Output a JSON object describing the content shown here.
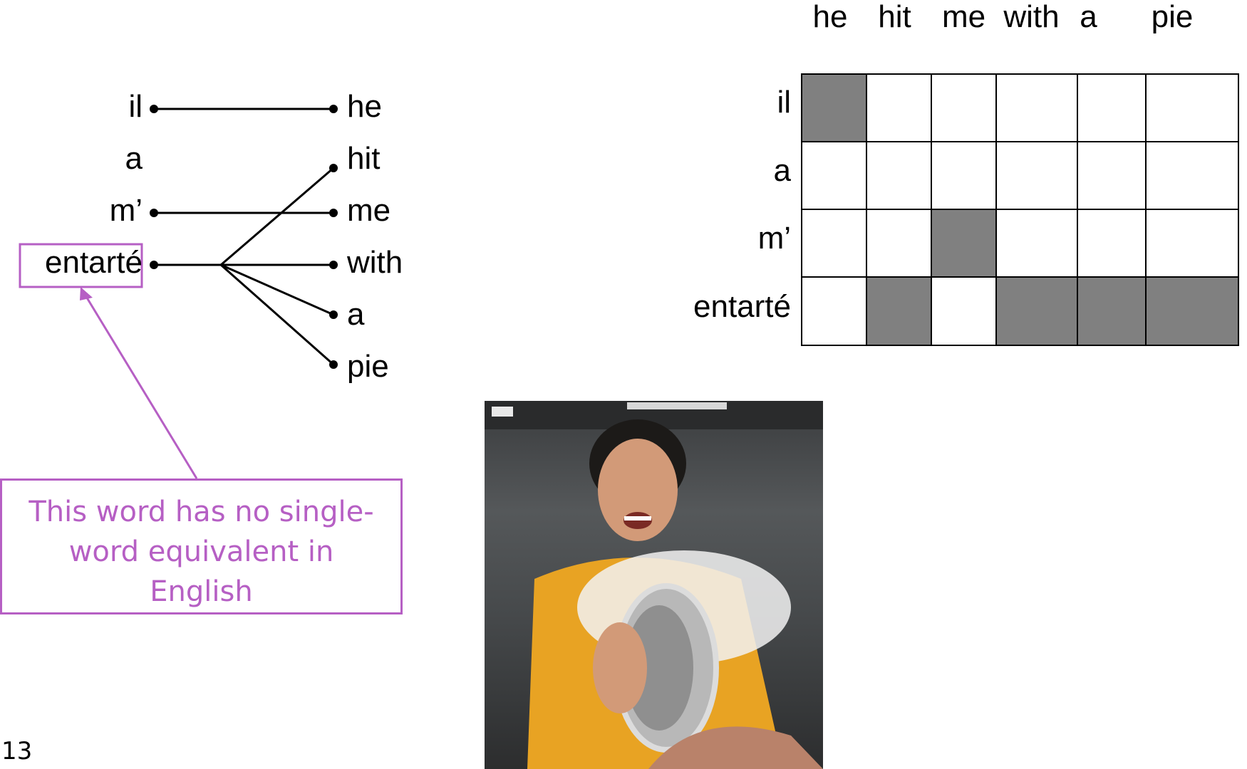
{
  "alignment_diagram": {
    "source_words": [
      "il",
      "a",
      "m’",
      "entarté"
    ],
    "target_words": [
      "he",
      "hit",
      "me",
      "with",
      "a",
      "pie"
    ],
    "links": [
      [
        0,
        0
      ],
      [
        2,
        2
      ],
      [
        3,
        1
      ],
      [
        3,
        3
      ],
      [
        3,
        4
      ],
      [
        3,
        5
      ]
    ],
    "highlighted_source": 3
  },
  "matrix": {
    "columns": [
      "he",
      "hit",
      "me",
      "with",
      "a",
      "pie"
    ],
    "rows": [
      "il",
      "a",
      "m’",
      "entarté"
    ],
    "filled": [
      [
        1,
        0,
        0,
        0,
        0,
        0
      ],
      [
        0,
        0,
        0,
        0,
        0,
        0
      ],
      [
        0,
        0,
        1,
        0,
        0,
        0
      ],
      [
        0,
        1,
        0,
        1,
        1,
        1
      ]
    ],
    "fill_color": "#808080"
  },
  "callout": {
    "lines": [
      "This word has no single-",
      "word equivalent in",
      "English"
    ],
    "color": "#b65fc4"
  },
  "page_number": "13",
  "photo": {
    "icon": "pie-to-face-photo"
  }
}
